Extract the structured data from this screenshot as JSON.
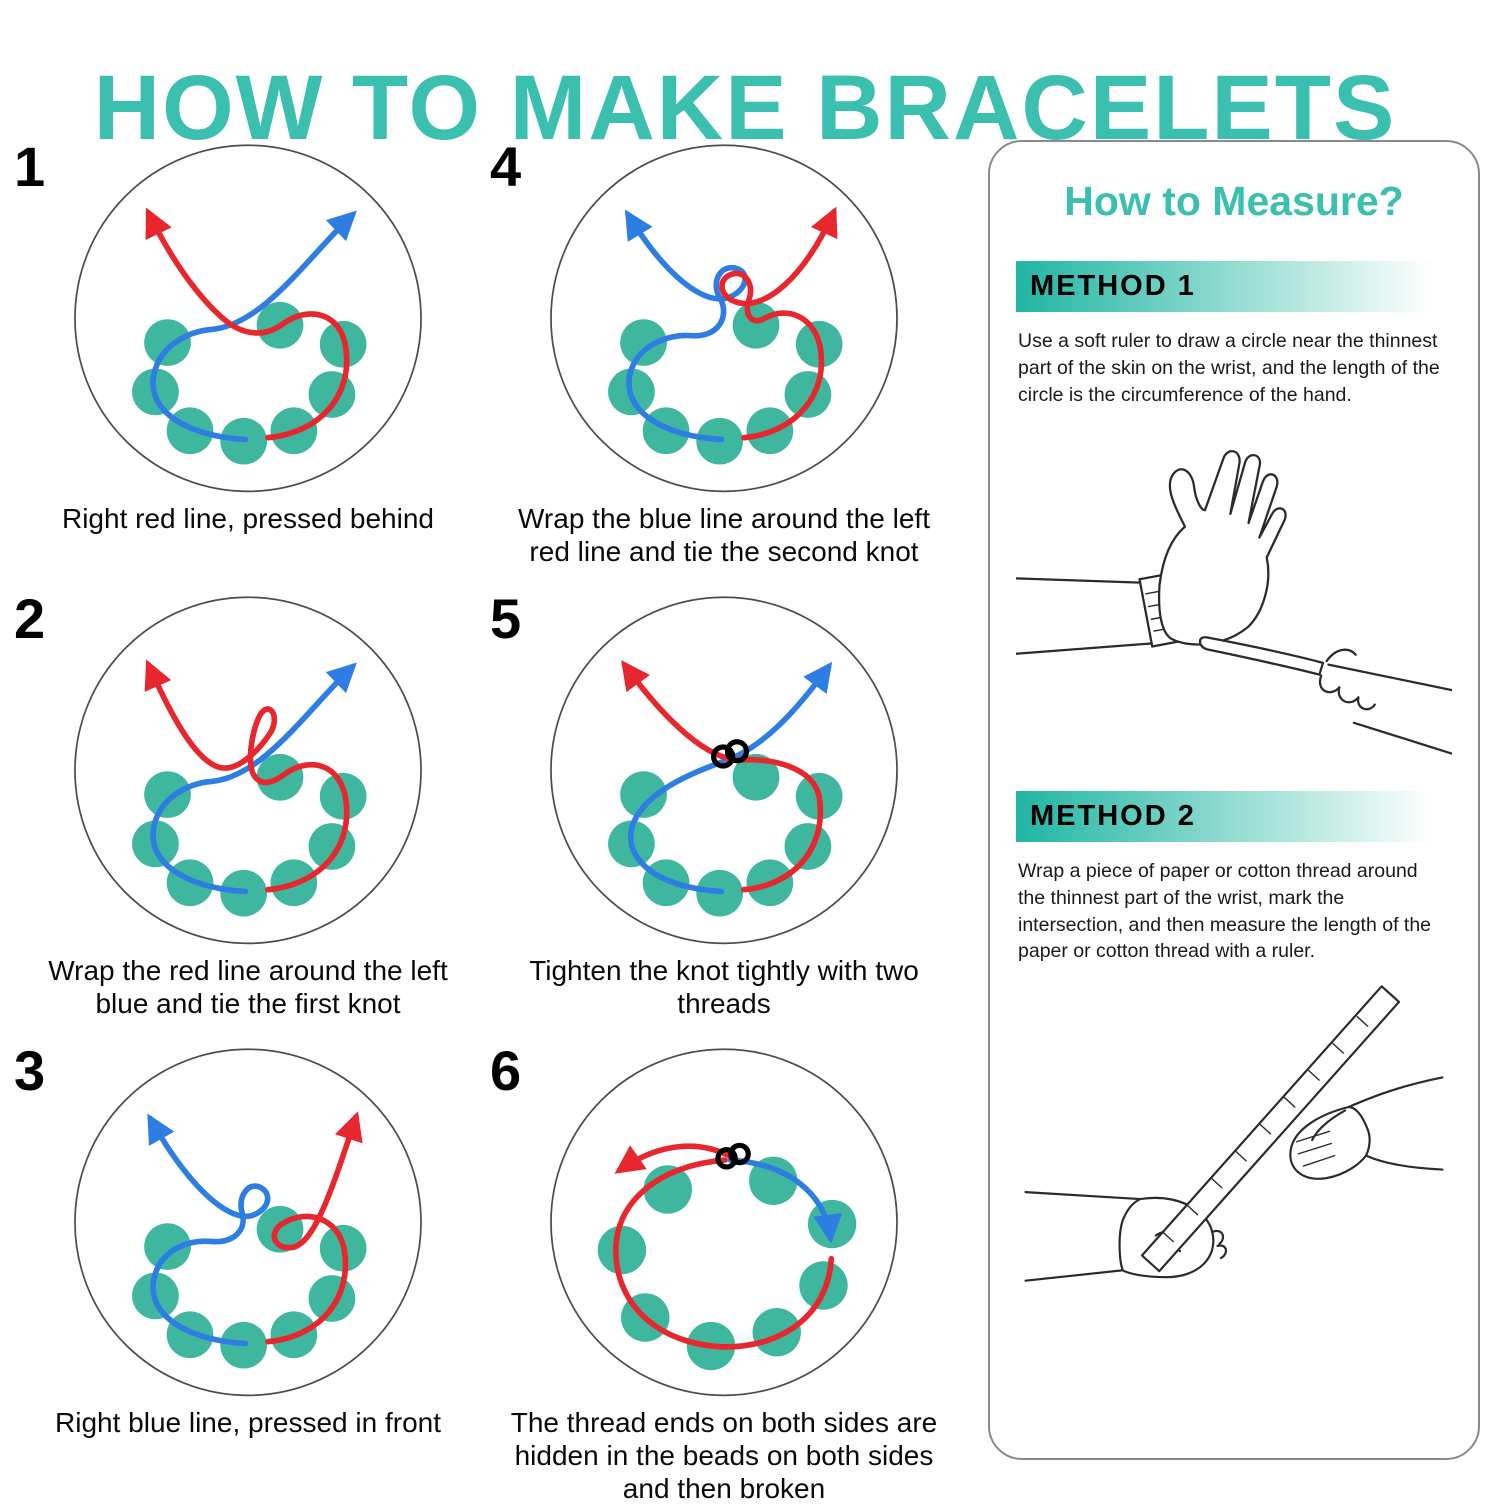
{
  "title": "HOW TO MAKE BRACELETS",
  "colors": {
    "accent_teal": "#3bbfae",
    "bead_teal": "#3eb79e",
    "thread_red": "#e8262d",
    "thread_blue": "#2d7de2",
    "knot_black": "#000000"
  },
  "steps": [
    {
      "number": "1",
      "caption": "Right red line, pressed behind"
    },
    {
      "number": "2",
      "caption": "Wrap the red line around the left blue and tie the first knot"
    },
    {
      "number": "3",
      "caption": "Right blue line, pressed in front"
    },
    {
      "number": "4",
      "caption": "Wrap the blue line around the left red line and tie the second knot"
    },
    {
      "number": "5",
      "caption": "Tighten the knot tightly with two threads"
    },
    {
      "number": "6",
      "caption": "The thread ends on both sides are hidden in the beads on both sides and then broken"
    }
  ],
  "measure": {
    "title": "How to Measure?",
    "methods": [
      {
        "label": "METHOD 1",
        "text": "Use a soft ruler to draw a circle near the thinnest part of the skin on the wrist, and the length of the circle is the circumference of the hand."
      },
      {
        "label": "METHOD 2",
        "text": "Wrap a piece of paper or cotton thread around the thinnest part of the wrist, mark the intersection, and then measure the length of the paper or cotton thread with a ruler."
      }
    ]
  },
  "icons": {
    "red_arrow": "arrow-up-red",
    "blue_arrow": "arrow-up-blue",
    "knot": "black-knot",
    "beads": "teal-beads",
    "method1_illustration": "hand-with-soft-ruler",
    "method2_illustration": "hand-marking-wrist-with-ruler"
  }
}
